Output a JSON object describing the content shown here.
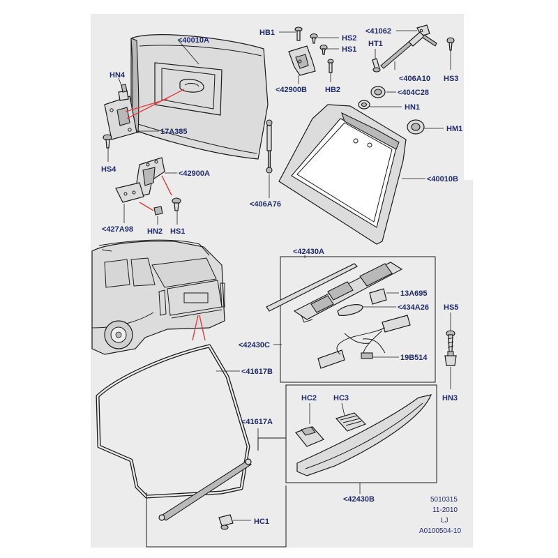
{
  "diagram": {
    "colors": {
      "background": "#ececec",
      "callout_text": "#1f2a6e",
      "highlight_leader": "#e23a3a",
      "line": "#1a1a1a"
    },
    "callouts": {
      "c40010a": "<40010A",
      "hn4": "HN4",
      "c17a385": "17A385",
      "hs4": "HS4",
      "c42900a": "<42900A",
      "c427a98": "<427A98",
      "hn2": "HN2",
      "hs1a": "HS1",
      "hb1": "HB1",
      "hs2": "HS2",
      "hs1b": "HS1",
      "c42900b": "<42900B",
      "hb2": "HB2",
      "c41062": "<41062",
      "ht1": "HT1",
      "c406a10": "<406A10",
      "hs3": "HS3",
      "c404c28": "<404C28",
      "hn1": "HN1",
      "hm1": "HM1",
      "c406a76": "<406A76",
      "c40010b": "<40010B",
      "c42430a": "<42430A",
      "c13a695": "13A695",
      "c434a26": "<434A26",
      "c42430c": "<42430C",
      "c19b514": "19B514",
      "hs5": "HS5",
      "hn3": "HN3",
      "c41617b": "<41617B",
      "c41617a": "<41617A",
      "hc2": "HC2",
      "hc3": "HC3",
      "c42430b": "<42430B",
      "hc1": "HC1"
    },
    "reference": {
      "number": "5010315",
      "date": "11-2010",
      "initials": "LJ",
      "drawing_id": "A0100504-10"
    }
  }
}
